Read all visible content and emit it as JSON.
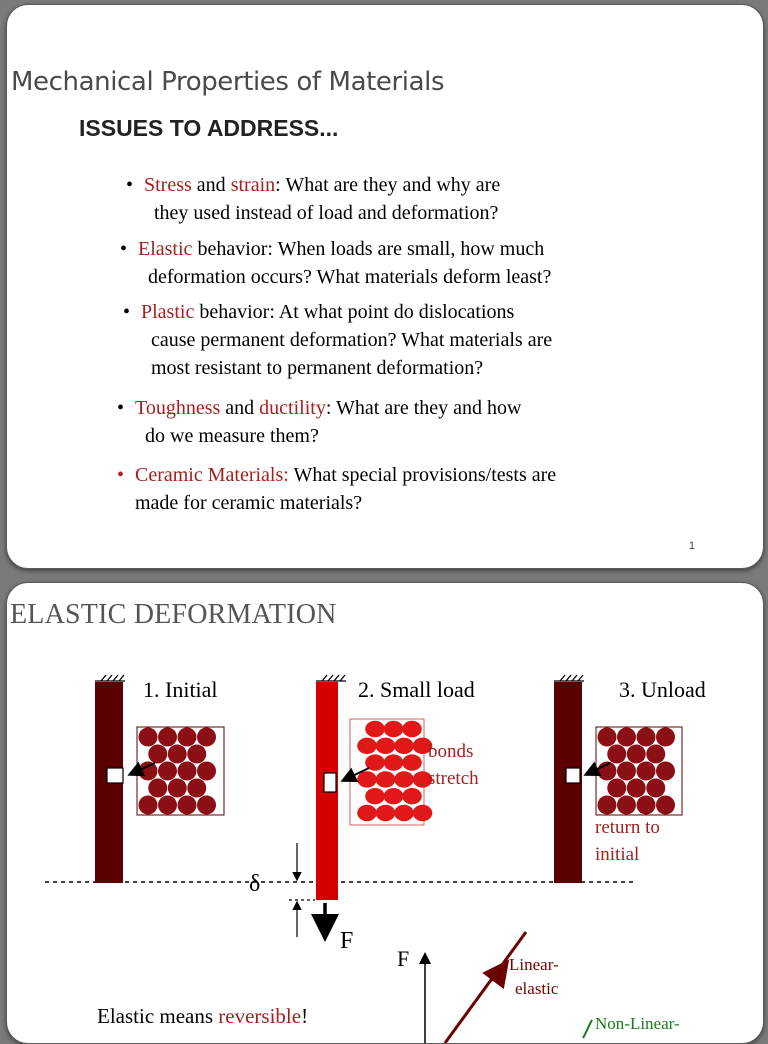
{
  "slide1": {
    "title": "Mechanical Properties of Materials",
    "subtitle": "ISSUES TO ADDRESS...",
    "bullets": [
      {
        "term": "Stress",
        "mid": " and ",
        "term2": "strain",
        "rest": ":  What are they and why are",
        "line2": "they used instead of load and deformation?"
      },
      {
        "term": "Elastic",
        "rest": " behavior:  When loads are small, how much",
        "line2": "deformation occurs?  What materials deform least?"
      },
      {
        "term": "Plastic",
        "rest": " behavior:  At what point do dislocations",
        "line2": "cause permanent deformation?  What materials are",
        "line3": "most resistant to permanent deformation?"
      },
      {
        "term": "Toughness",
        "mid": " and ",
        "term2": "ductility",
        "rest": ":  What are they and how",
        "line2": "do we measure them?"
      },
      {
        "term": "Ceramic Materials:",
        "rest": " What special provisions/tests are",
        "line2": "made for ceramic materials?"
      }
    ],
    "page_number": "1"
  },
  "slide2": {
    "title": "ELASTIC DEFORMATION",
    "stage1": "1. Initial",
    "stage2": "2. Small load",
    "stage3": "3. Unload",
    "bonds": "bonds",
    "stretch": "stretch",
    "return_to": "return to",
    "initial": "initial",
    "delta": "δ",
    "force": "F",
    "graph_axis": "F",
    "linear": "Linear-",
    "elastic": "elastic",
    "nonlinear": "Non-Linear-",
    "elastic_means": "Elastic means ",
    "reversible": "reversible",
    "exclaim": "!"
  },
  "colors": {
    "accent_red": "#a32020",
    "bar_dark": "#5a0000",
    "bar_bright": "#d40000",
    "atom_dark": "#8b0f14",
    "atom_bright": "#e01818",
    "nonlinear_green": "#1a7a1a"
  }
}
